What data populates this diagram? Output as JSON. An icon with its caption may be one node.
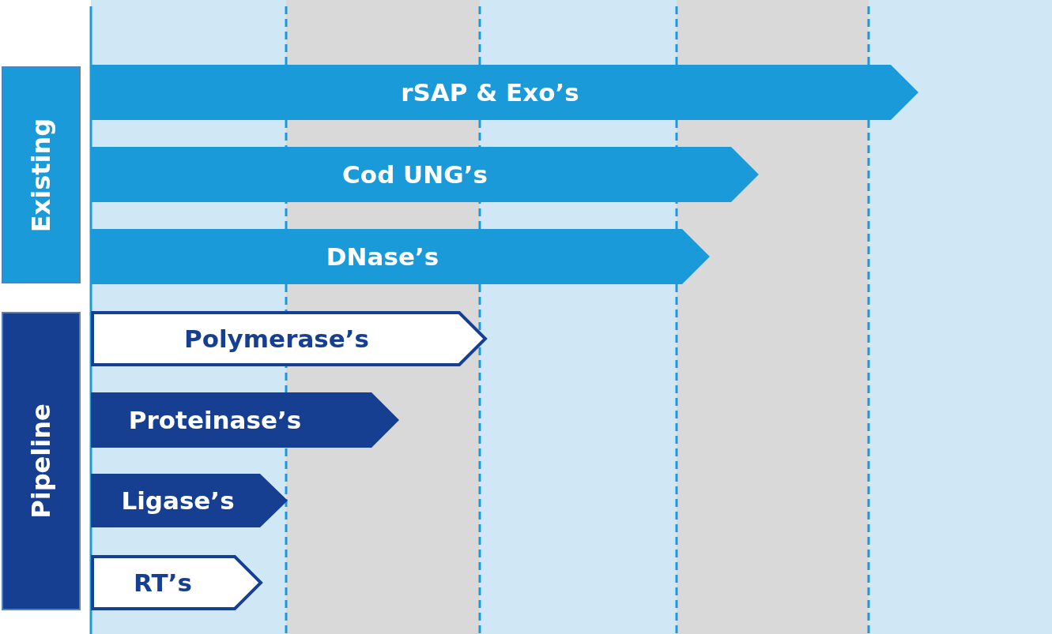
{
  "diagram": {
    "nodes": [
      {
        "text": [
          "Existing"
        ]
      },
      {
        "text": [
          "rSAP & Exo’s"
        ]
      },
      {
        "text": [
          "Cod UNG’s"
        ]
      },
      {
        "text": [
          "DNase’s"
        ]
      },
      {
        "text": [
          "Pipeline"
        ]
      },
      {
        "text": [
          "Polymerase’s"
        ]
      },
      {
        "text": [
          "Proteinase’s"
        ]
      },
      {
        "text": [
          "Ligase’s"
        ]
      },
      {
        "text": [
          "RT’s"
        ]
      }
    ]
  }
}
